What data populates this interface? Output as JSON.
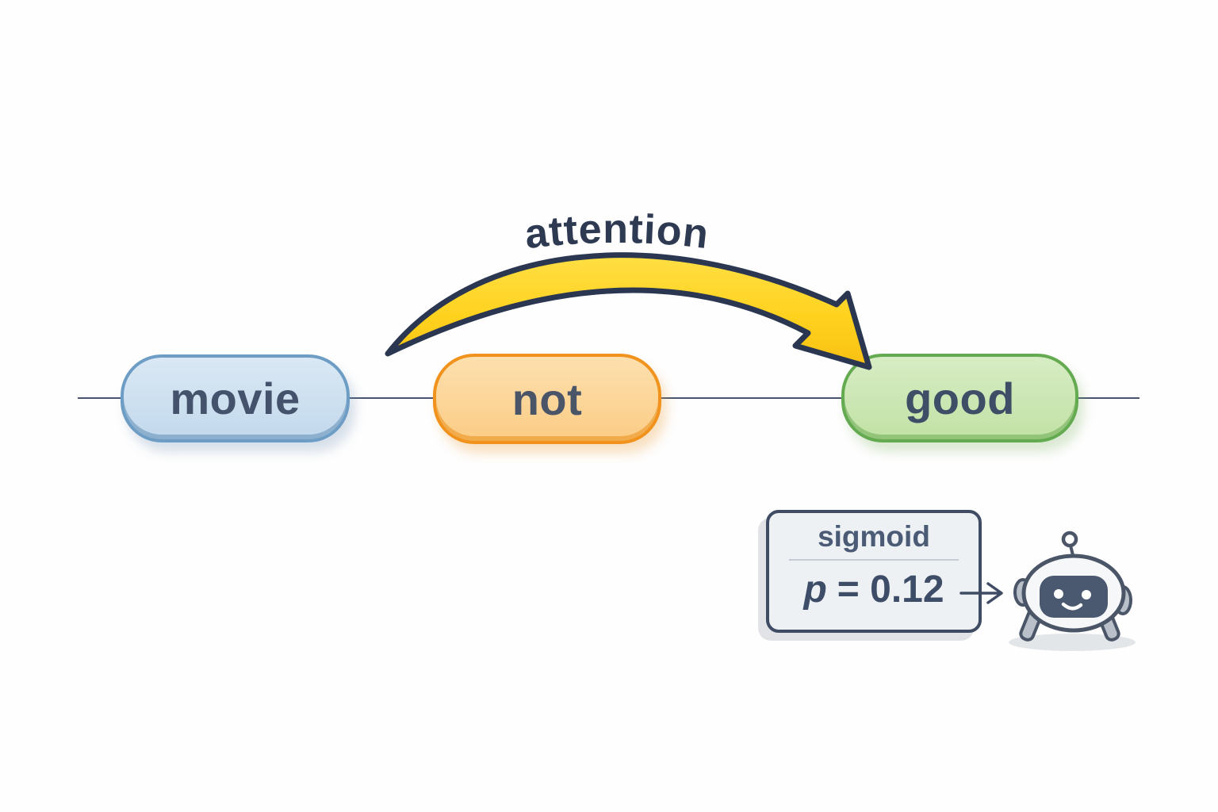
{
  "canvas": {
    "background": "#fefefe",
    "axis_color": "#485571"
  },
  "tokens": {
    "items": [
      {
        "label": "movie",
        "fill": "#c6dcee",
        "border": "#6d9dc5",
        "text_color": "#44536b"
      },
      {
        "label": "not",
        "fill": "#fbd094",
        "border": "#f0921c",
        "text_color": "#4a5568"
      },
      {
        "label": "good",
        "fill": "#c9e5af",
        "border": "#63aa50",
        "text_color": "#3e4e66"
      }
    ]
  },
  "attention": {
    "label": "attention",
    "label_color": "#2e3a52",
    "arrow_fill": "#ffd21e",
    "arrow_outline": "#2b3750"
  },
  "output": {
    "function_label": "sigmoid",
    "probability_var": "p",
    "probability_rest": "= 0.12",
    "box_fill": "#eef1f4",
    "box_border": "#3f4c63",
    "text_color": "#3e4d67"
  },
  "robot": {
    "body_color": "#f5f7f9",
    "outline_color": "#4a5568",
    "face_color": "#4a5870",
    "accent_color": "#b9c0ca",
    "shadow_color": "#d9dde2"
  }
}
